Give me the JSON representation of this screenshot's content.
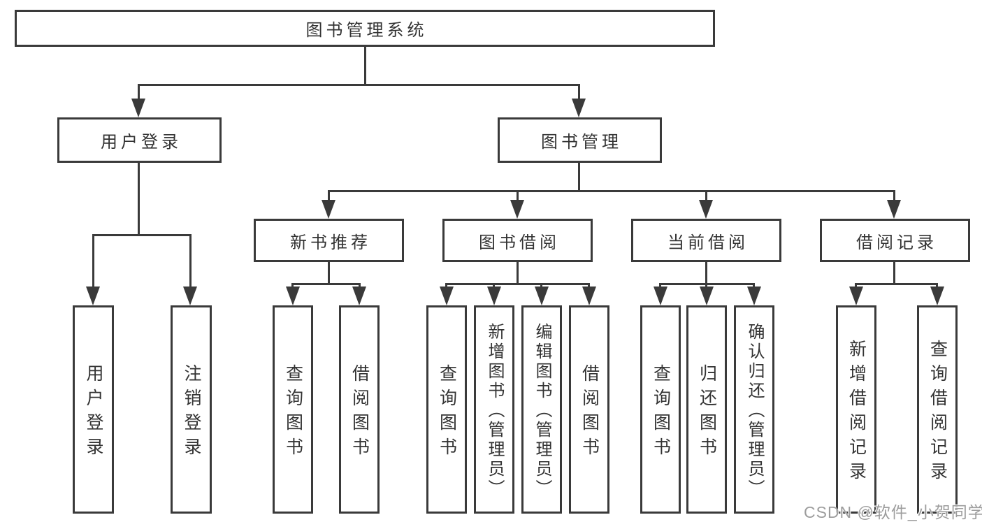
{
  "diagram": {
    "title": "图书管理系统",
    "root": {
      "label": "图书管理系统"
    },
    "level2": [
      {
        "label": "用户登录"
      },
      {
        "label": "图书管理"
      }
    ],
    "level3": [
      {
        "label": "新书推荐"
      },
      {
        "label": "图书借阅"
      },
      {
        "label": "当前借阅"
      },
      {
        "label": "借阅记录"
      }
    ],
    "leaves": [
      {
        "label": "用户登录",
        "parent": "用户登录"
      },
      {
        "label": "注销登录",
        "parent": "用户登录"
      },
      {
        "label": "查询图书",
        "parent": "新书推荐"
      },
      {
        "label": "借阅图书",
        "parent": "新书推荐"
      },
      {
        "label": "查询图书",
        "parent": "图书借阅"
      },
      {
        "label": "新增图书（管理员）",
        "parent": "图书借阅"
      },
      {
        "label": "编辑图书（管理员）",
        "parent": "图书借阅"
      },
      {
        "label": "借阅图书",
        "parent": "图书借阅"
      },
      {
        "label": "查询图书",
        "parent": "当前借阅"
      },
      {
        "label": "归还图书",
        "parent": "当前借阅"
      },
      {
        "label": "确认归还（管理员）",
        "parent": "当前借阅"
      },
      {
        "label": "新增借阅记录",
        "parent": "借阅记录"
      },
      {
        "label": "查询借阅记录",
        "parent": "借阅记录"
      }
    ]
  },
  "watermark": {
    "text": "CSDN @软件_小贺同学"
  },
  "colors": {
    "line": "#3a3a3a",
    "text": "#333333",
    "background": "#ffffff",
    "watermark": "#9d9d9d"
  }
}
